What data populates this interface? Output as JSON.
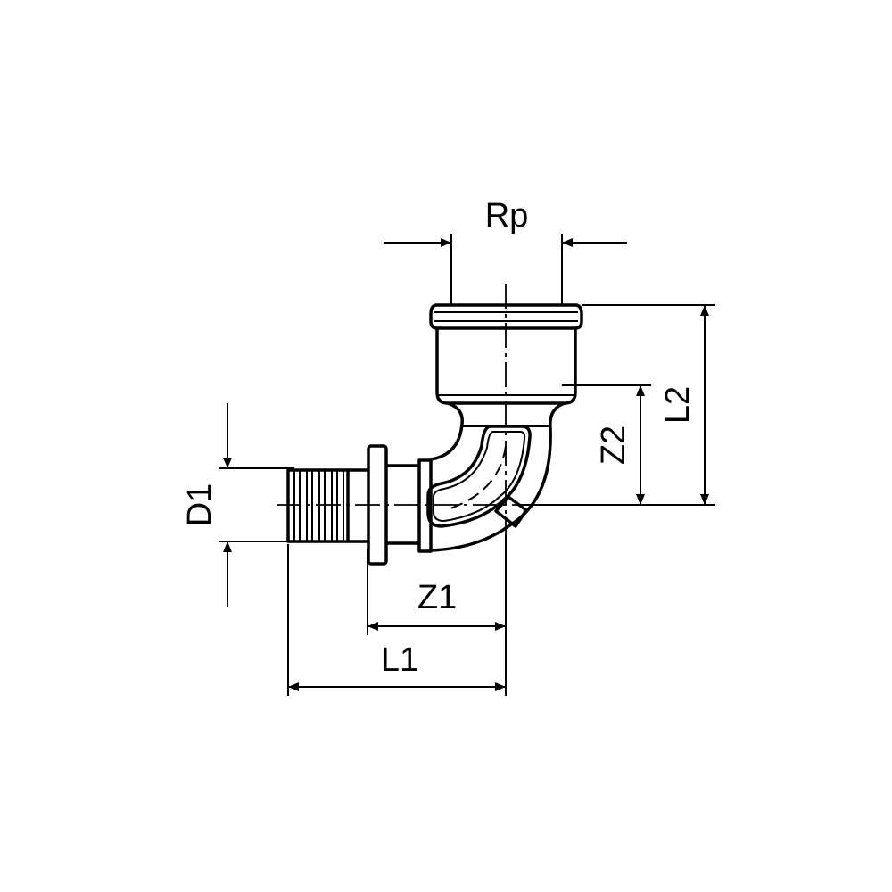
{
  "drawing": {
    "title": "Elbow fitting with female thread Rp",
    "dimensions": {
      "rp": "Rp",
      "l2": "L2",
      "z2": "Z2",
      "d1": "D1",
      "z1": "Z1",
      "l1": "L1"
    }
  }
}
